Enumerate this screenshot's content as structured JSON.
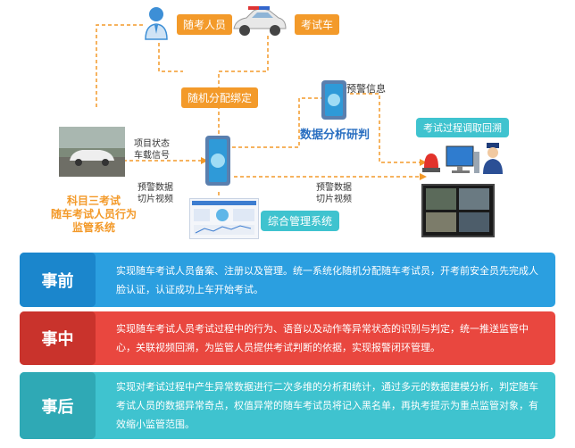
{
  "diagram": {
    "examiner_label": "随考人员",
    "car_label": "考试车",
    "random_bind_label": "随机分配绑定",
    "warning_info_label": "预警信息",
    "data_analysis_label": "数据分析研判",
    "playback_label": "考试过程调取回溯",
    "project_status_text": "项目状态",
    "vehicle_signal_text": "车载信号",
    "slice_left_line1": "预警数据",
    "slice_left_line2": "切片视频",
    "slice_right_line1": "预警数据",
    "slice_right_line2": "切片视频",
    "left_title_line1": "科目三考试",
    "left_title_line2": "随车考试人员行为",
    "left_title_line3": "监管系统",
    "mgmt_system_label": "综合管理系统"
  },
  "phases": [
    {
      "tag": "事前",
      "desc": "实现随车考试人员备案、注册以及管理。统一系统化随机分配随车考试员，开考前安全员先完成人脸认证，认证成功上车开始考试。",
      "color": "#2b9fe0"
    },
    {
      "tag": "事中",
      "desc": "实现随车考试人员考试过程中的行为、语音以及动作等异常状态的识别与判定，统一推送监管中心，关联视频回溯，为监管人员提供考试判断的依据，实现报警闭环管理。",
      "color": "#e9473f"
    },
    {
      "tag": "事后",
      "desc": "实现对考试过程中产生异常数据进行二次多维的分析和统计，通过多元的数据建模分析，判定随车考试人员的数据异常奇点，权值异常的随车考试员将记入黑名单，再执考提示为重点监管对象，有效缩小监管范围。",
      "color": "#3fc3cf"
    }
  ]
}
